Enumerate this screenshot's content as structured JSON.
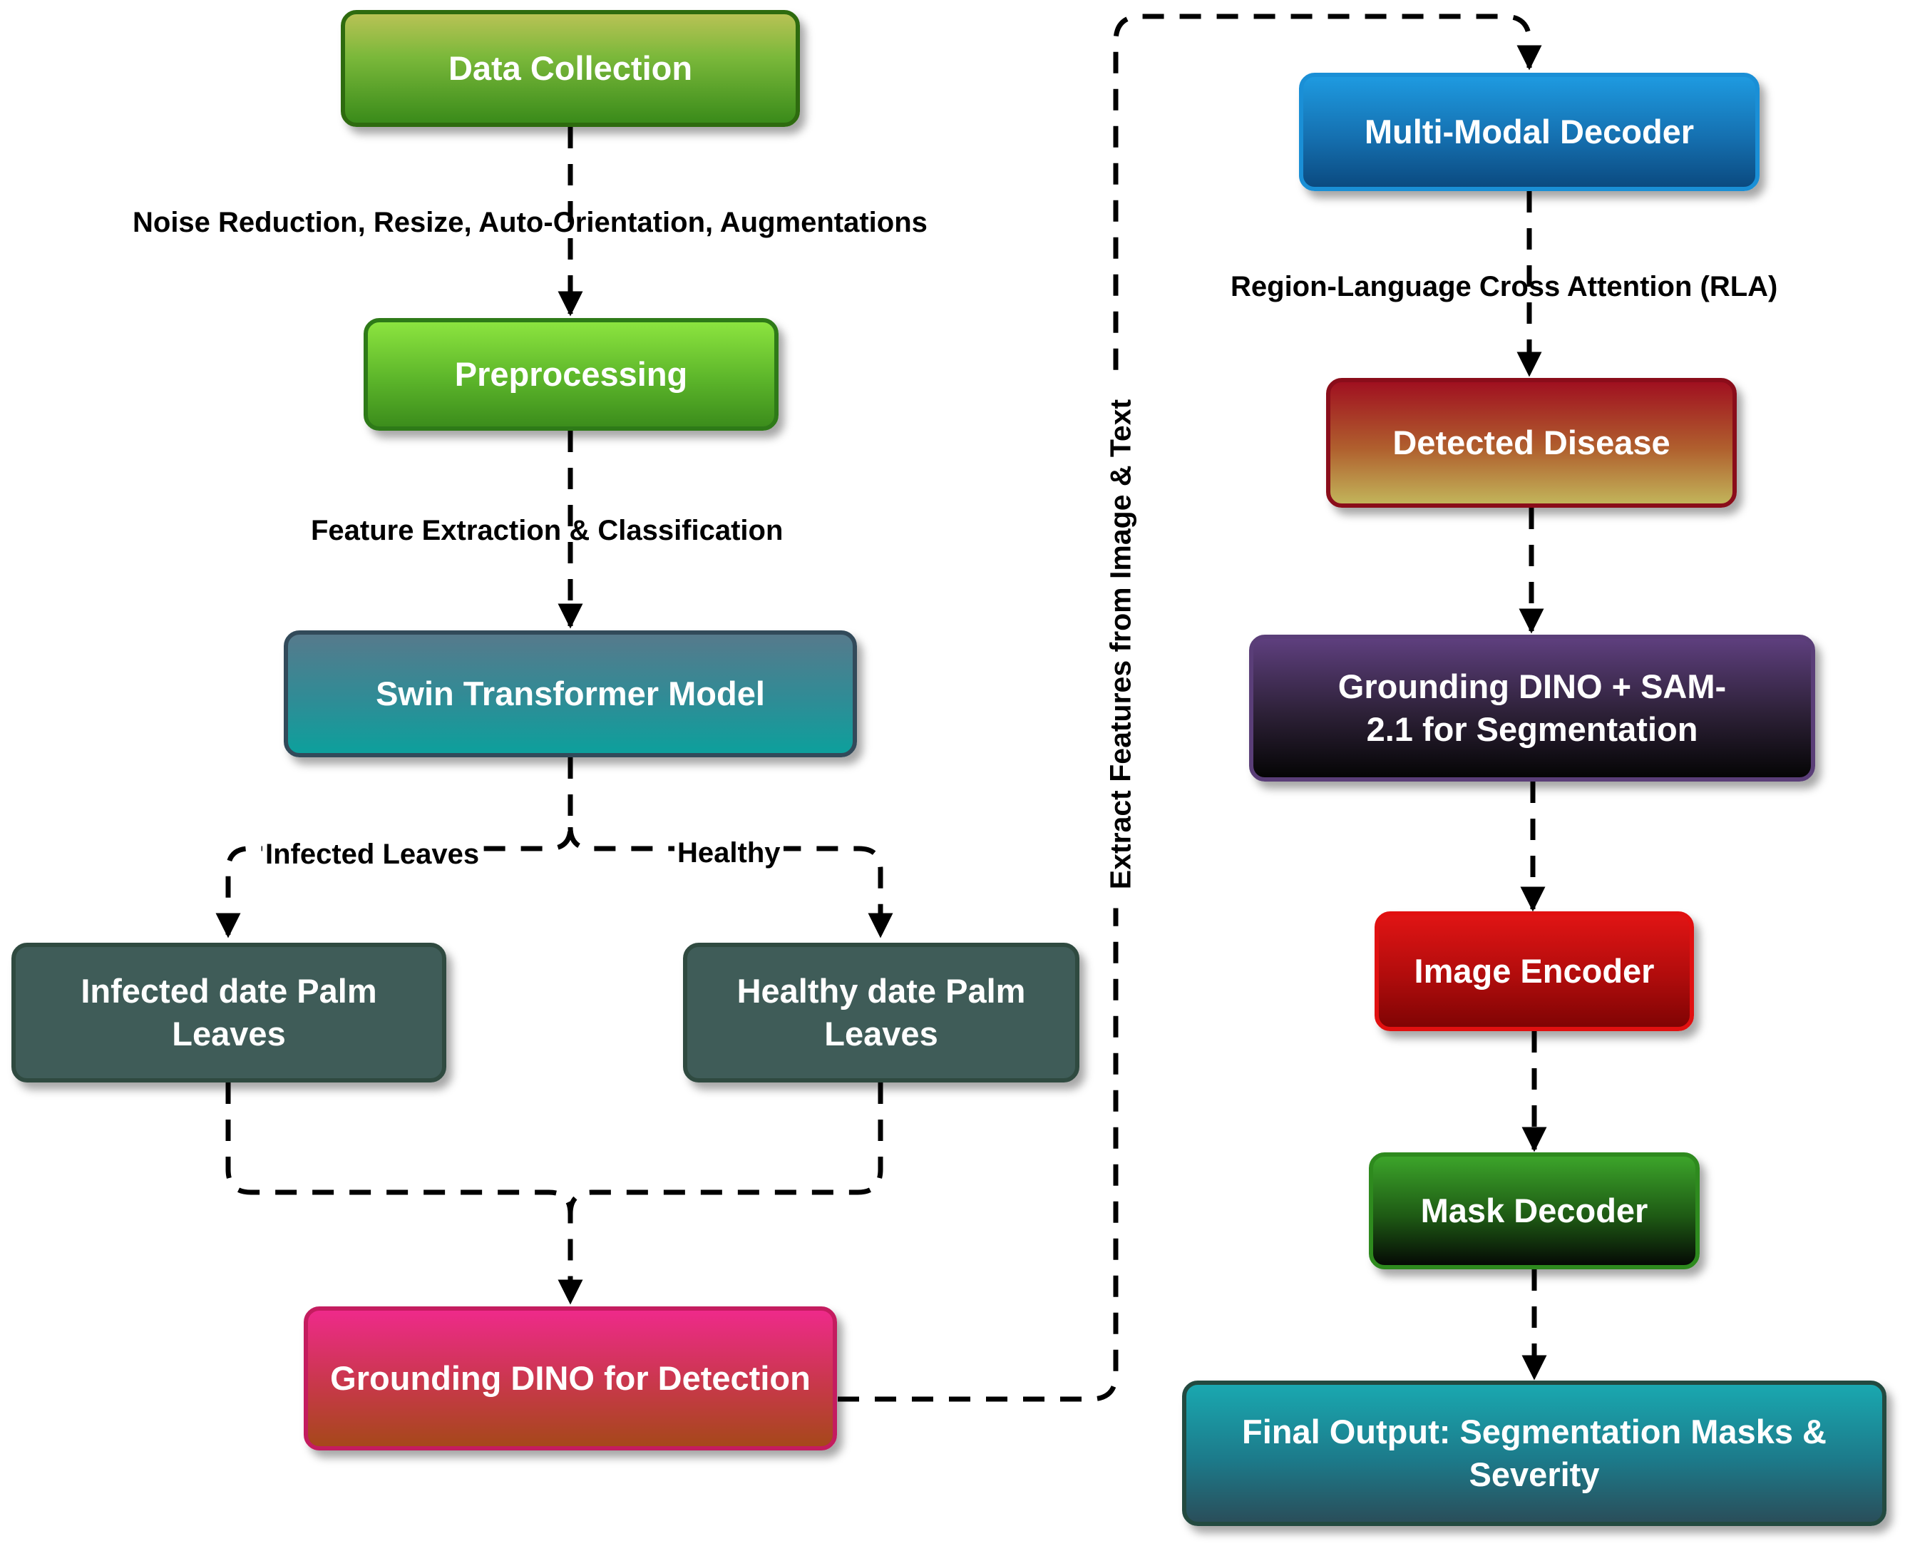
{
  "nodes": {
    "data_collection": "Data Collection",
    "preprocessing": "Preprocessing",
    "swin": "Swin Transformer Model",
    "infected": "Infected date Palm Leaves",
    "healthy": "Healthy date Palm Leaves",
    "gdino_detect": "Grounding DINO for Detection",
    "mm_decoder": "Multi-Modal Decoder",
    "detected_disease": "Detected Disease",
    "gdino_sam": "Grounding DINO + SAM-2.1 for Segmentation",
    "image_encoder": "Image Encoder",
    "mask_decoder": "Mask Decoder",
    "final_output": "Final Output: Segmentation Masks & Severity"
  },
  "edges": {
    "noise": "Noise Reduction, Resize, Auto-Orientation, Augmentations",
    "feature": "Feature Extraction & Classification",
    "infected_leaves": "Infected Leaves",
    "healthy": "Healthy",
    "extract": "Extract Features from Image & Text",
    "rla": "Region-Language Cross Attention (RLA)"
  },
  "colors": {
    "green_dark": "#2e6b0f",
    "pink": "#e52a86",
    "blue": "#1a8fd6",
    "red": "#e11010",
    "teal": "#1aa3a8"
  }
}
